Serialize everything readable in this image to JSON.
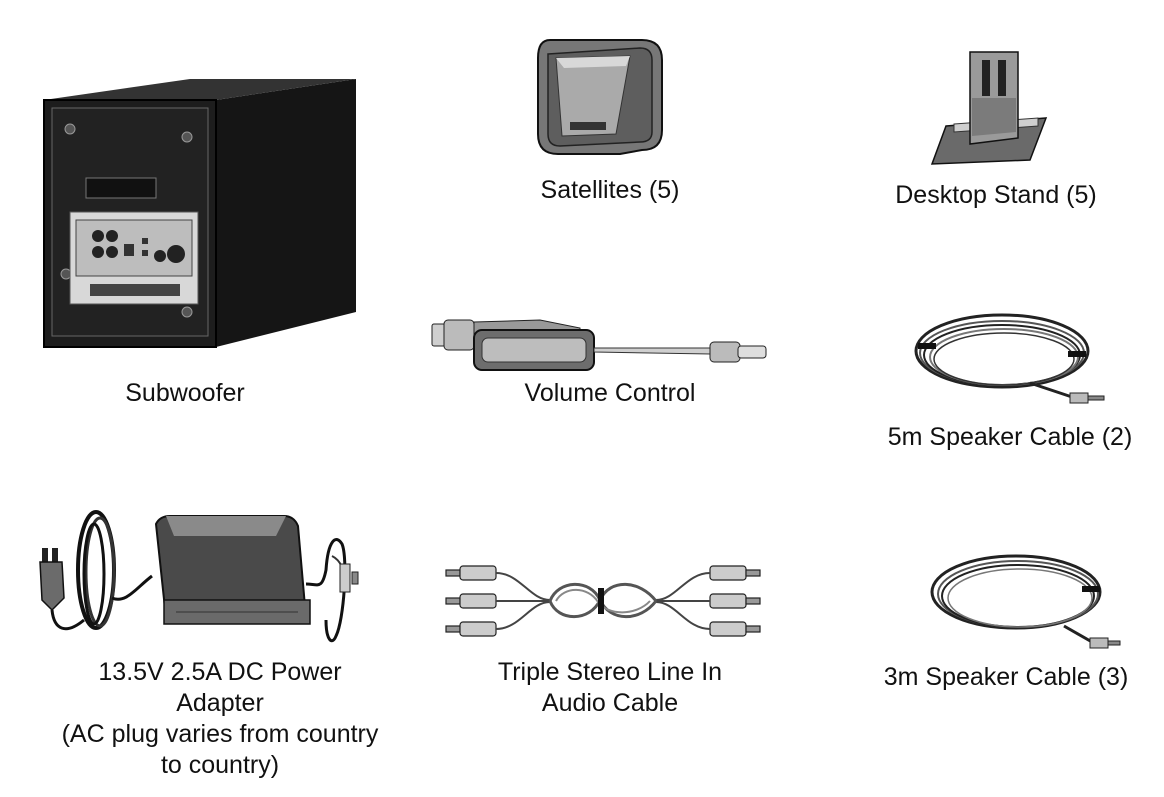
{
  "items": {
    "subwoofer": {
      "label": "Subwoofer",
      "icon": "subwoofer-icon"
    },
    "satellites": {
      "label": "Satellites (5)",
      "icon": "satellite-speaker-icon"
    },
    "desktop_stand": {
      "label": "Desktop Stand (5)",
      "icon": "desktop-stand-icon"
    },
    "volume_control": {
      "label": "Volume Control",
      "icon": "volume-control-icon"
    },
    "cable_5m": {
      "label": "5m Speaker Cable (2)",
      "icon": "coiled-cable-icon"
    },
    "power_adapter": {
      "lines": [
        "13.5V 2.5A DC Power",
        "Adapter",
        "(AC plug varies from country",
        "to country)"
      ],
      "icon": "power-adapter-icon"
    },
    "audio_cable": {
      "lines": [
        "Triple Stereo Line In",
        "Audio Cable"
      ],
      "icon": "triple-audio-cable-icon"
    },
    "cable_3m": {
      "label": "3m Speaker Cable (3)",
      "icon": "coiled-cable-icon"
    }
  },
  "colors": {
    "ink": "#111111",
    "dark_panel": "#1a1a1a",
    "mid_gray": "#8a8a8a",
    "light_gray": "#d0d0d0"
  }
}
